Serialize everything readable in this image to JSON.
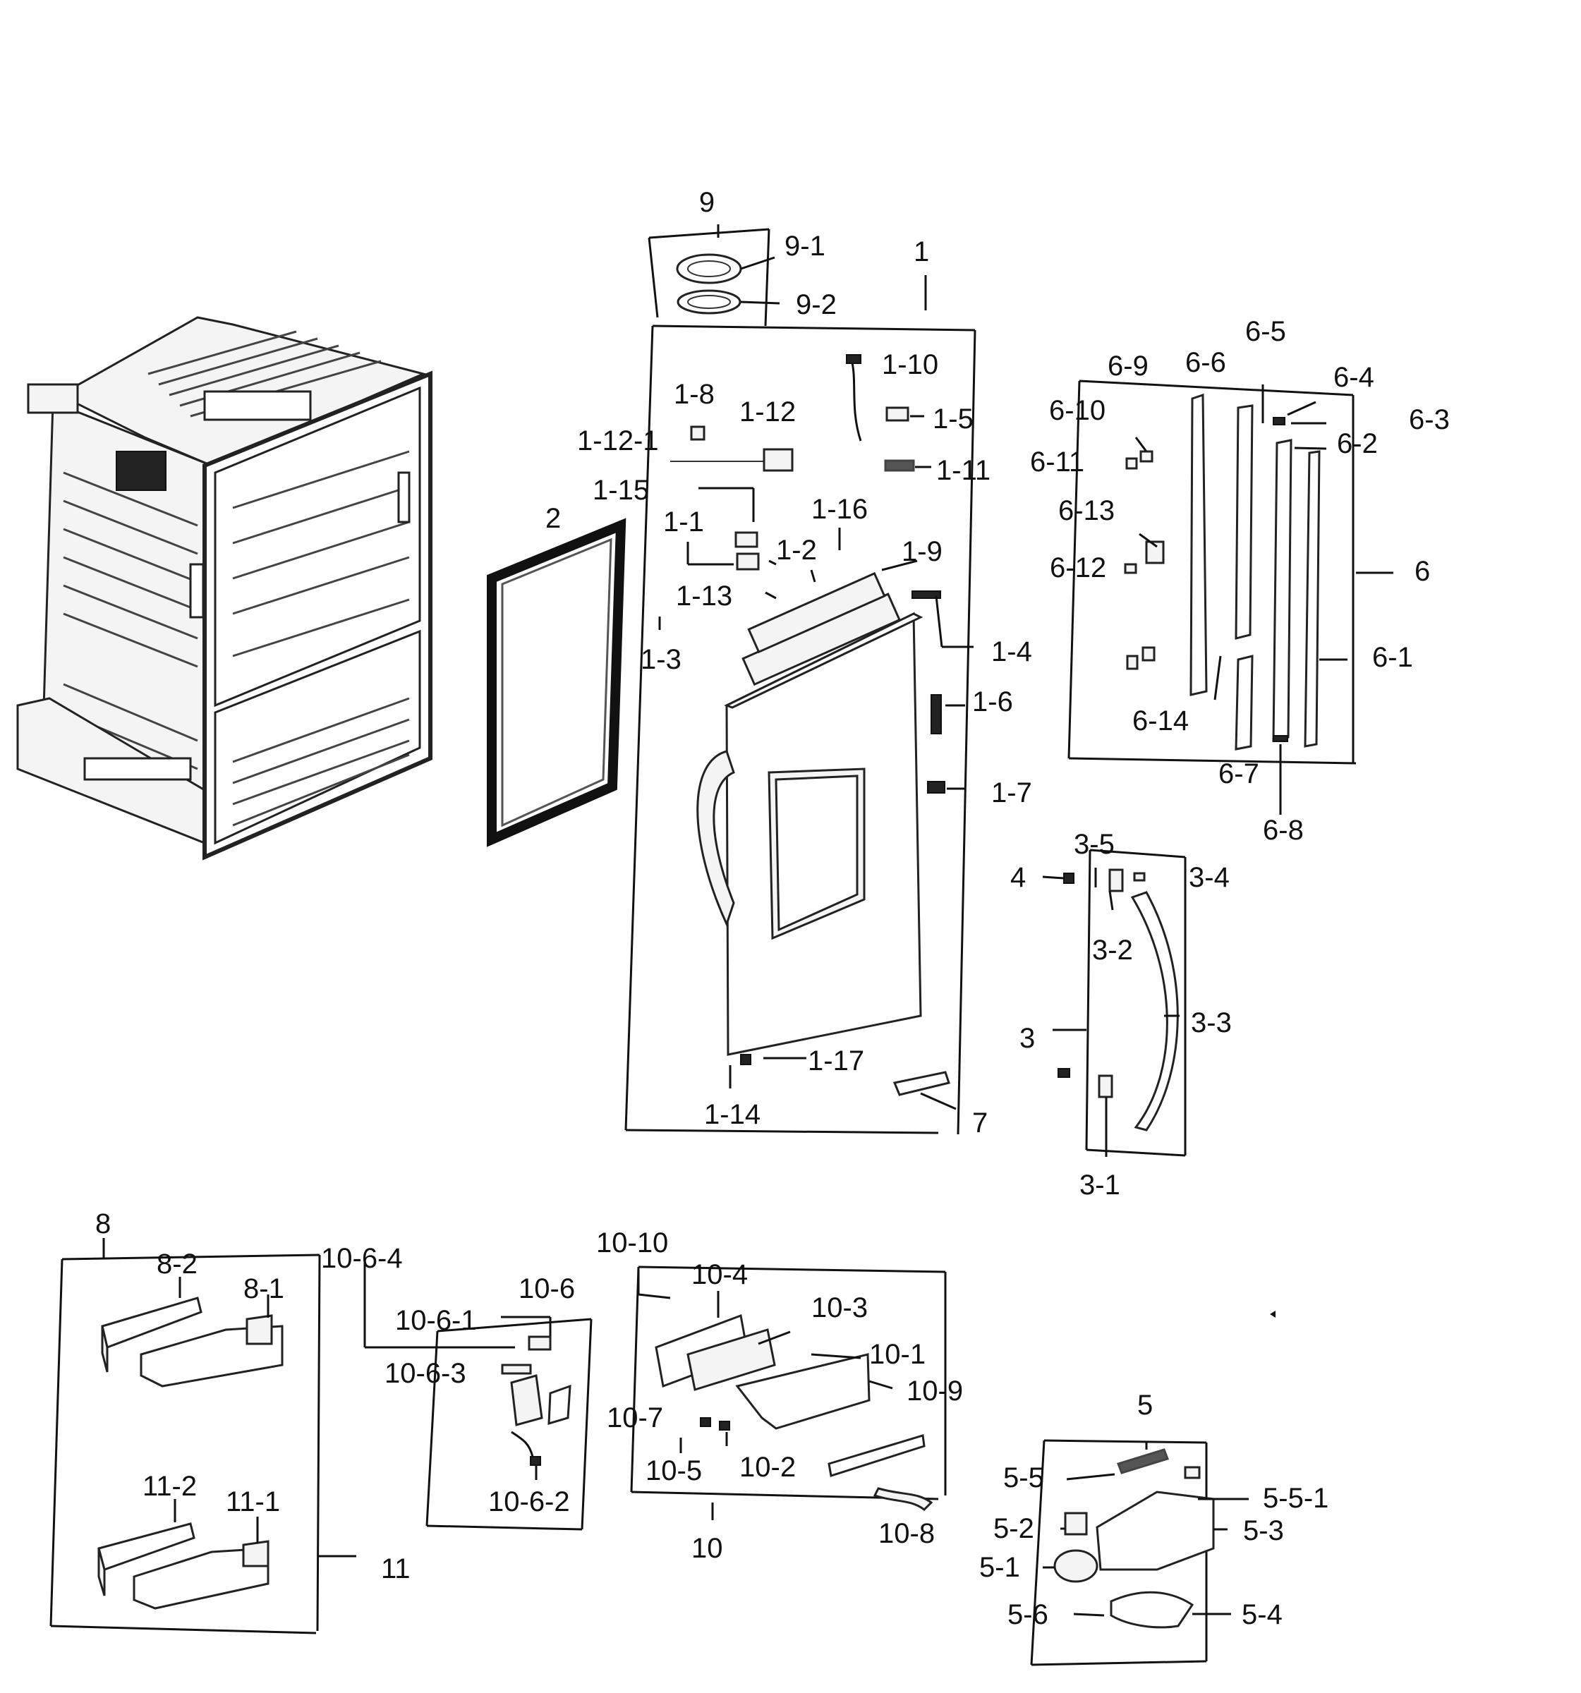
{
  "diagram": {
    "labels": {
      "l_9": "9",
      "l_9_1": "9-1",
      "l_9_2": "9-2",
      "l_1": "1",
      "l_1_10": "1-10",
      "l_1_8": "1-8",
      "l_1_12": "1-12",
      "l_1_5": "1-5",
      "l_1_12_1": "1-12-1",
      "l_1_11": "1-11",
      "l_1_15": "1-15",
      "l_1_16": "1-16",
      "l_2": "2",
      "l_1_1": "1-1",
      "l_1_2": "1-2",
      "l_1_9": "1-9",
      "l_1_13": "1-13",
      "l_1_3": "1-3",
      "l_1_4": "1-4",
      "l_1_6": "1-6",
      "l_1_7": "1-7",
      "l_1_17": "1-17",
      "l_1_14": "1-14",
      "l_7": "7",
      "l_6_5": "6-5",
      "l_6_9": "6-9",
      "l_6_6": "6-6",
      "l_6_4": "6-4",
      "l_6_10": "6-10",
      "l_6_3": "6-3",
      "l_6_11": "6-11",
      "l_6_2": "6-2",
      "l_6_13": "6-13",
      "l_6": "6",
      "l_6_12": "6-12",
      "l_6_1": "6-1",
      "l_6_14": "6-14",
      "l_6_7": "6-7",
      "l_6_8": "6-8",
      "l_3_5": "3-5",
      "l_4": "4",
      "l_3_4": "3-4",
      "l_3_2": "3-2",
      "l_3_3": "3-3",
      "l_3": "3",
      "l_3_1": "3-1",
      "l_8": "8",
      "l_8_2": "8-2",
      "l_8_1": "8-1",
      "l_11_2": "11-2",
      "l_11_1": "11-1",
      "l_11": "11",
      "l_10_6_4": "10-6-4",
      "l_10_10": "10-10",
      "l_10_6": "10-6",
      "l_10_6_1": "10-6-1",
      "l_10_6_3": "10-6-3",
      "l_10_6_2": "10-6-2",
      "l_10_4": "10-4",
      "l_10_3": "10-3",
      "l_10_1": "10-1",
      "l_10_9": "10-9",
      "l_10_7": "10-7",
      "l_10_5": "10-5",
      "l_10_2": "10-2",
      "l_10": "10",
      "l_10_8": "10-8",
      "l_5": "5",
      "l_5_5": "5-5",
      "l_5_5_1": "5-5-1",
      "l_5_2": "5-2",
      "l_5_3": "5-3",
      "l_5_1": "5-1",
      "l_5_6": "5-6",
      "l_5_4": "5-4"
    }
  }
}
